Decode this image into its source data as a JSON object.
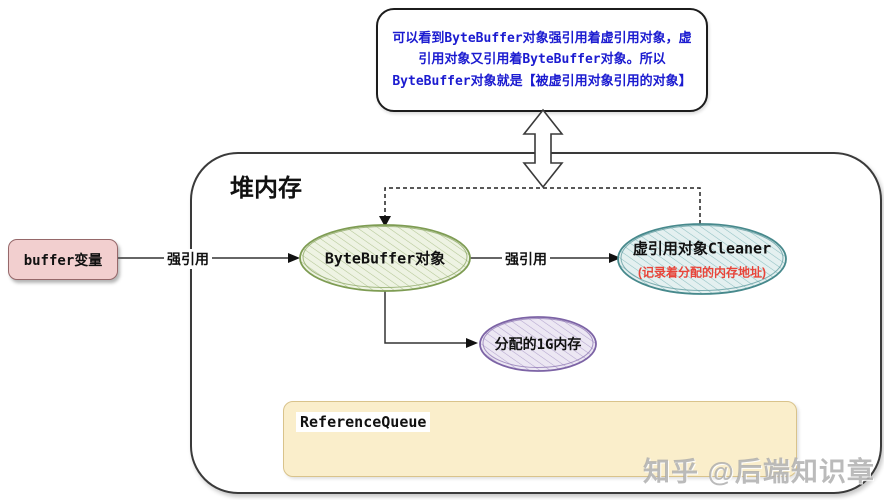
{
  "callout": {
    "text": "可以看到ByteBuffer对象强引用着虚引用对象，虚引用对象又引用着ByteBuffer对象。所以ByteBuffer对象就是【被虚引用对象引用的对象】",
    "text_color": "#1b1bd0"
  },
  "heap": {
    "title": "堆内存"
  },
  "nodes": {
    "buffer_var": {
      "label": "buffer变量",
      "fill": "#f2cfcf"
    },
    "bytebuffer": {
      "label": "ByteBuffer对象",
      "stroke": "#7e9c53"
    },
    "cleaner": {
      "label": "虚引用对象Cleaner",
      "sublabel": "(记录着分配的内存地址)",
      "stroke": "#47898c",
      "sublabel_color": "#e8453a"
    },
    "memory_1g": {
      "label": "分配的1G内存",
      "stroke": "#7c63a5"
    },
    "reference_queue": {
      "label": "ReferenceQueue",
      "fill": "#faeecb"
    }
  },
  "edges": {
    "strong_ref_1": {
      "label": "强引用"
    },
    "strong_ref_2": {
      "label": "强引用"
    }
  },
  "watermark": {
    "text": "知乎 @后端知识章"
  }
}
